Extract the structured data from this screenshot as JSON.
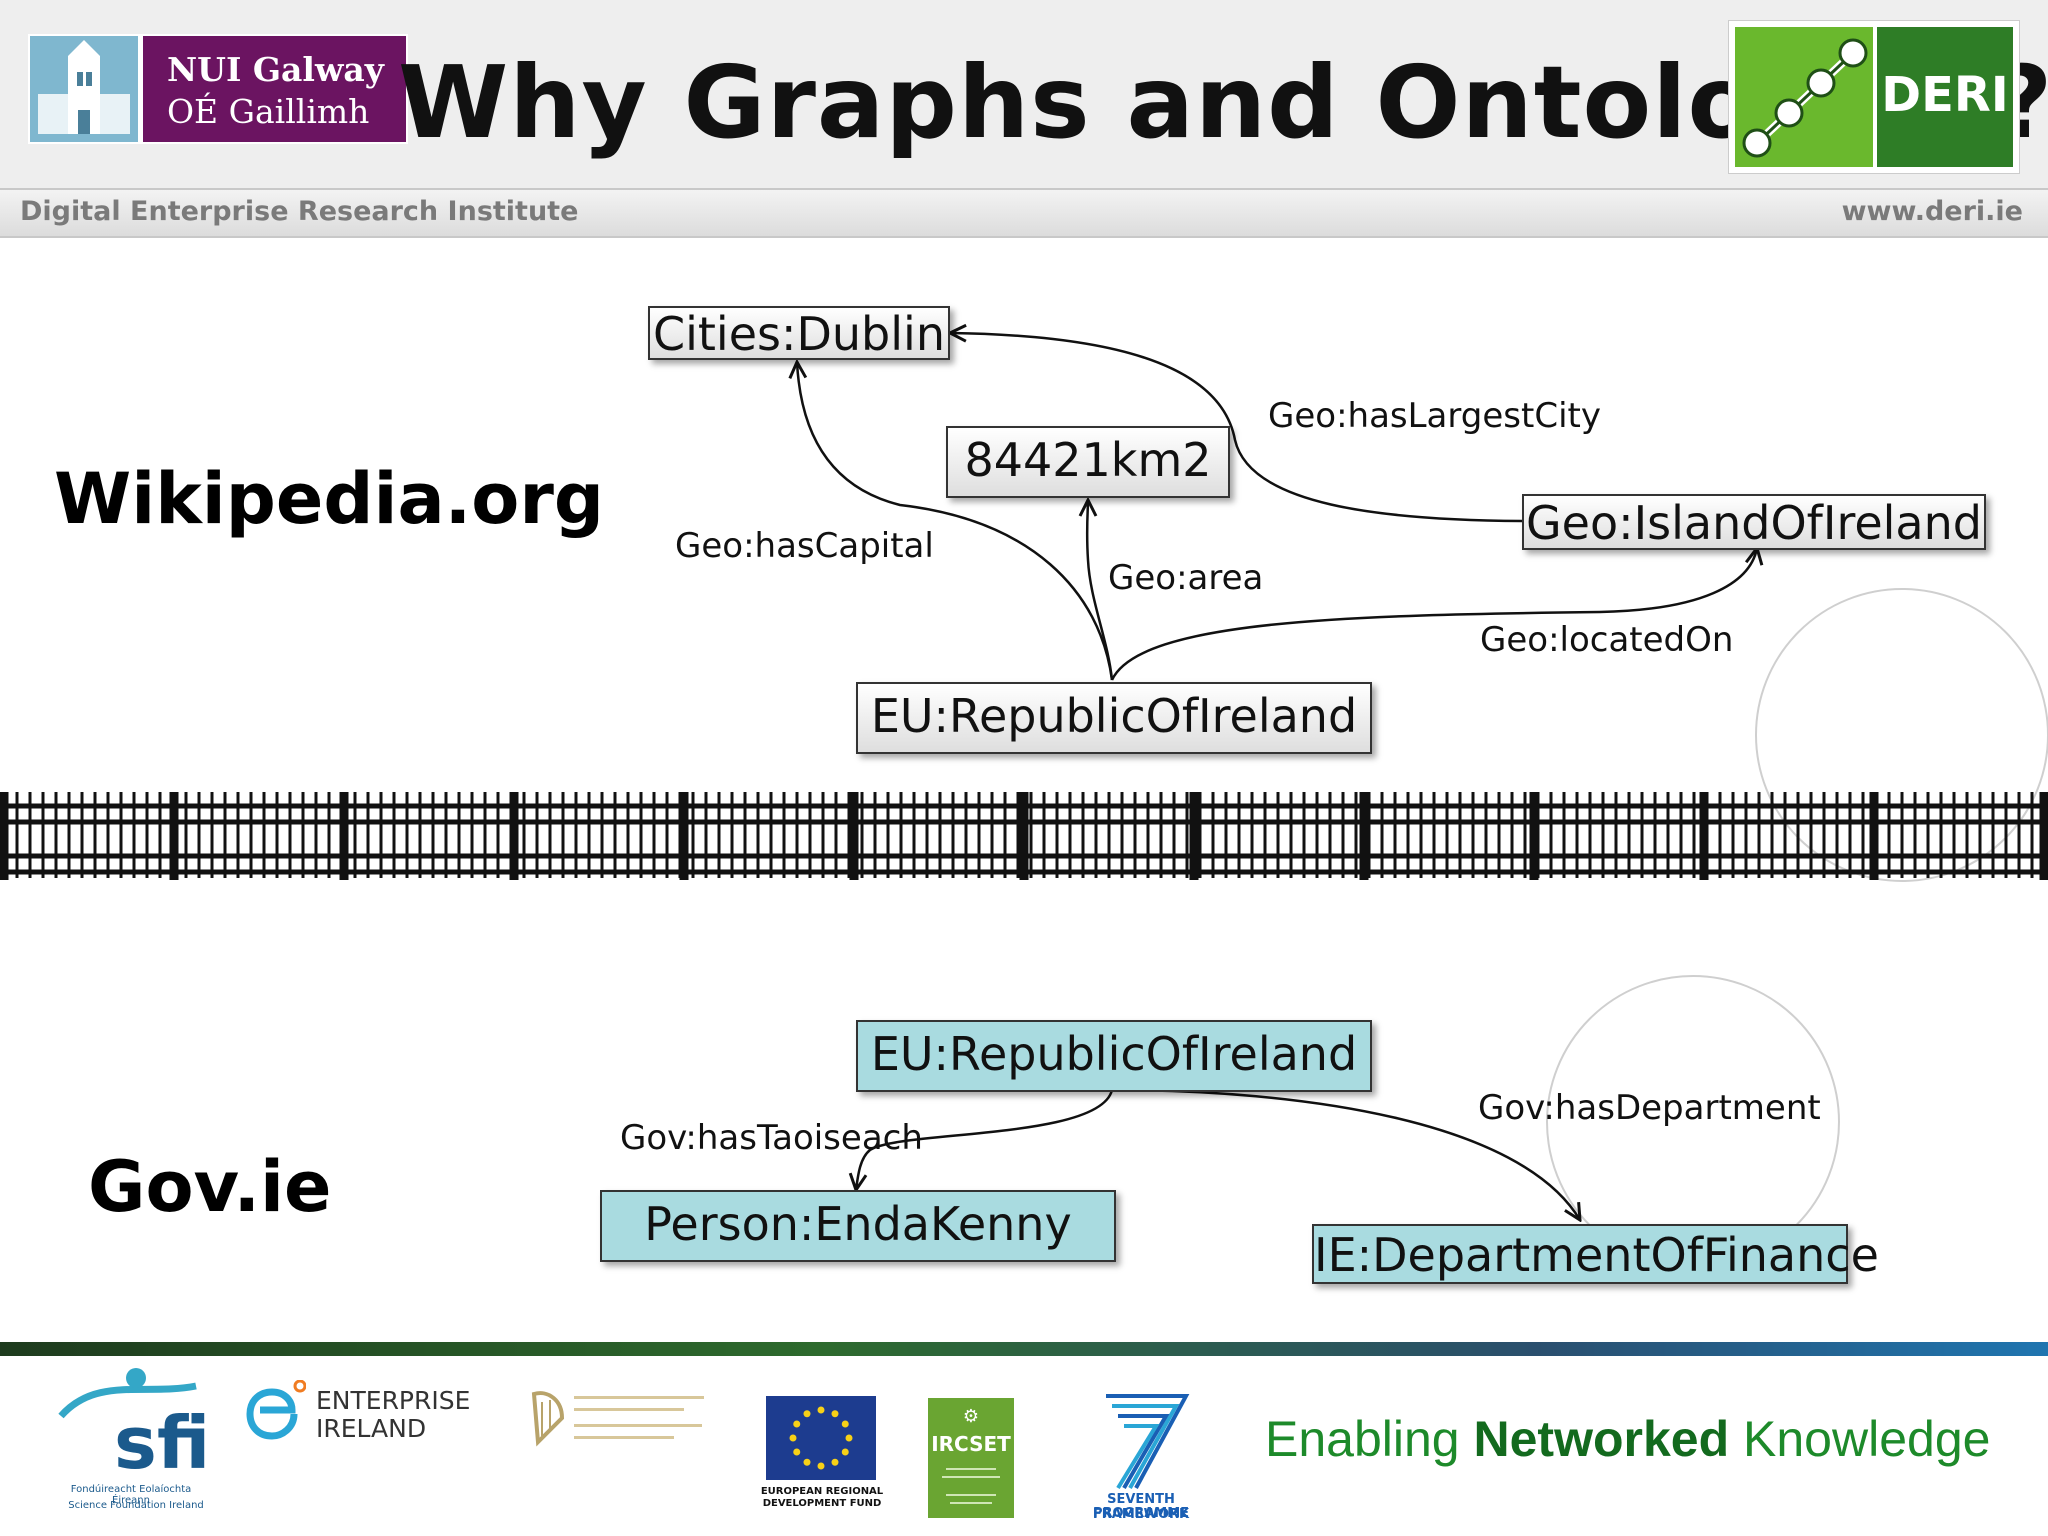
{
  "header": {
    "title": "Why Graphs and Ontologies?",
    "logo_nui_line1": "NUI Galway",
    "logo_nui_line2": "OÉ Gaillimh",
    "logo_deri": "DERI",
    "institute": "Digital Enterprise Research Institute",
    "website": "www.deri.ie"
  },
  "top_graph": {
    "side_label": "Wikipedia.org",
    "nodes": {
      "dublin": "Cities:Dublin",
      "area_value": "84421km2",
      "island": "Geo:IslandOfIreland",
      "republic": "EU:RepublicOfIreland"
    },
    "edges": {
      "has_largest_city": "Geo:hasLargestCity",
      "has_capital": "Geo:hasCapital",
      "area": "Geo:area",
      "located_on": "Geo:locatedOn"
    }
  },
  "bottom_graph": {
    "side_label": "Gov.ie",
    "nodes": {
      "republic": "EU:RepublicOfIreland",
      "enda": "Person:EndaKenny",
      "finance": "IE:DepartmentOfFinance"
    },
    "edges": {
      "has_taoiseach": "Gov:hasTaoiseach",
      "has_department": "Gov:hasDepartment"
    }
  },
  "footer": {
    "sfi_text": "sfi",
    "sfi_caption_1": "Fondúireacht Eolaíochta Éireann",
    "sfi_caption_2": "Science Foundation Ireland",
    "enterprise_line1": "ENTERPRISE",
    "enterprise_line2": "IRELAND",
    "eu_caption_1": "EUROPEAN REGIONAL",
    "eu_caption_2": "DEVELOPMENT FUND",
    "ircset": "IRCSET",
    "fp7_caption_1": "SEVENTH FRAMEWORK",
    "fp7_caption_2": "PROGRAMME",
    "tagline_pre": "Enabling ",
    "tagline_bold": "Networked",
    "tagline_post": " Knowledge"
  },
  "colors": {
    "nui_purple": "#6b1461",
    "deri_green_light": "#6ab82d",
    "deri_green_dark": "#2e7d26",
    "gov_node_fill": "#a9dbe0",
    "tagline_green": "#1d8a2a"
  }
}
